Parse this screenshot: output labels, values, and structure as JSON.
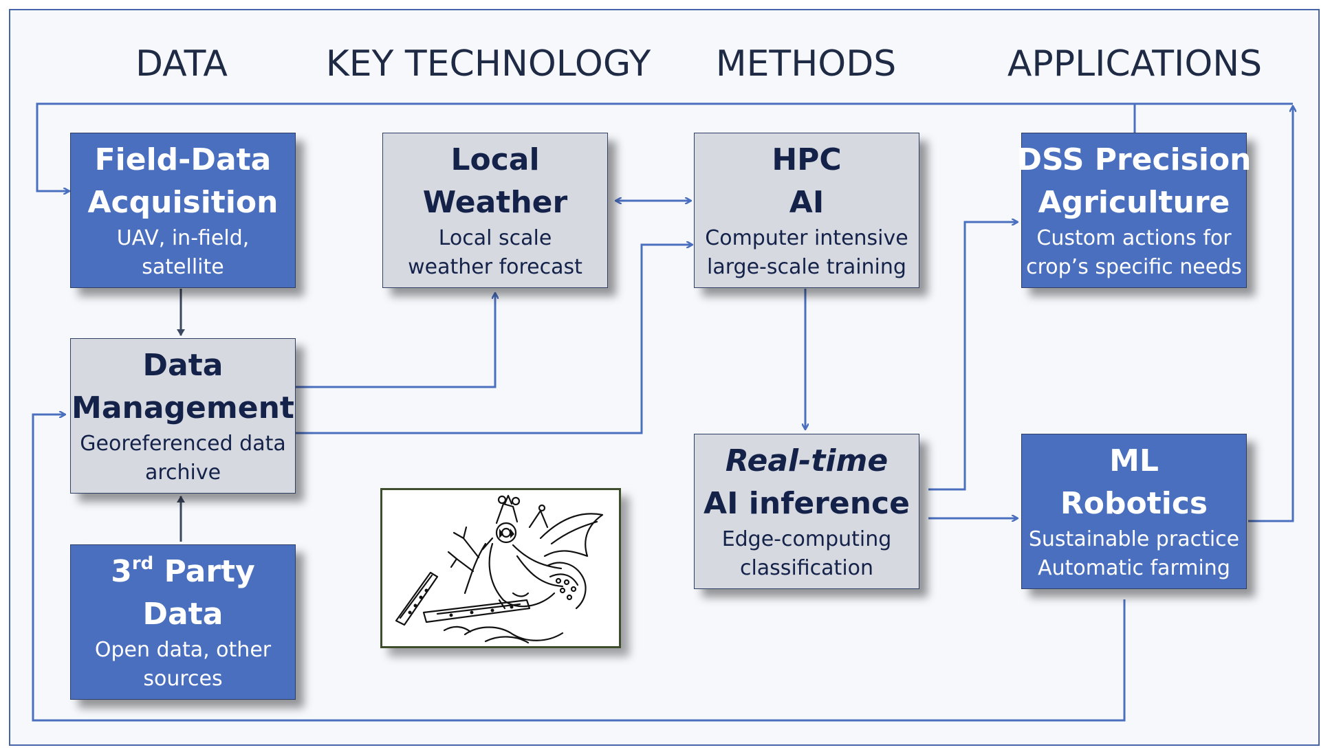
{
  "headers": {
    "data": "DATA",
    "key_technology": "KEY TECHNOLOGY",
    "methods": "METHODS",
    "applications": "APPLICATIONS"
  },
  "boxes": {
    "field_data": {
      "title_1": "Field-Data",
      "title_2": "Acquisition",
      "sub_1": "UAV, in-field,",
      "sub_2": "satellite"
    },
    "data_management": {
      "title_1": "Data",
      "title_2": "Management",
      "sub_1": "Georeferenced data",
      "sub_2": "archive"
    },
    "third_party": {
      "title_num": "3",
      "title_sup": "rd",
      "title_rest": " Party",
      "title_2": "Data",
      "sub_1": "Open data, other",
      "sub_2": "sources"
    },
    "local_weather": {
      "title_1": "Local",
      "title_2": "Weather",
      "sub_1": "Local scale",
      "sub_2": "weather forecast"
    },
    "hpc_ai": {
      "title_1": "HPC",
      "title_2": "AI",
      "sub_1": "Computer intensive",
      "sub_2": "large-scale training"
    },
    "realtime": {
      "title_1": "Real-time",
      "title_2": "AI inference",
      "sub_1": "Edge-computing",
      "sub_2": "classification"
    },
    "dss": {
      "title_1": "DSS Precision",
      "title_2": "Agriculture",
      "sub_1": "Custom actions for",
      "sub_2": "crop’s specific needs"
    },
    "ml_robotics": {
      "title_1": "ML",
      "title_2": "Robotics",
      "sub_1": "Sustainable practice",
      "sub_2": "Automatic farming"
    }
  },
  "colors": {
    "blue_box": "#4a6fbe",
    "gray_box": "#d6d9e0",
    "connector": "#4a6fbe",
    "dark_arrow": "#3b475e",
    "header_text": "#1f2a44"
  },
  "images": {
    "sketch": "ink-drawing-illustration"
  }
}
